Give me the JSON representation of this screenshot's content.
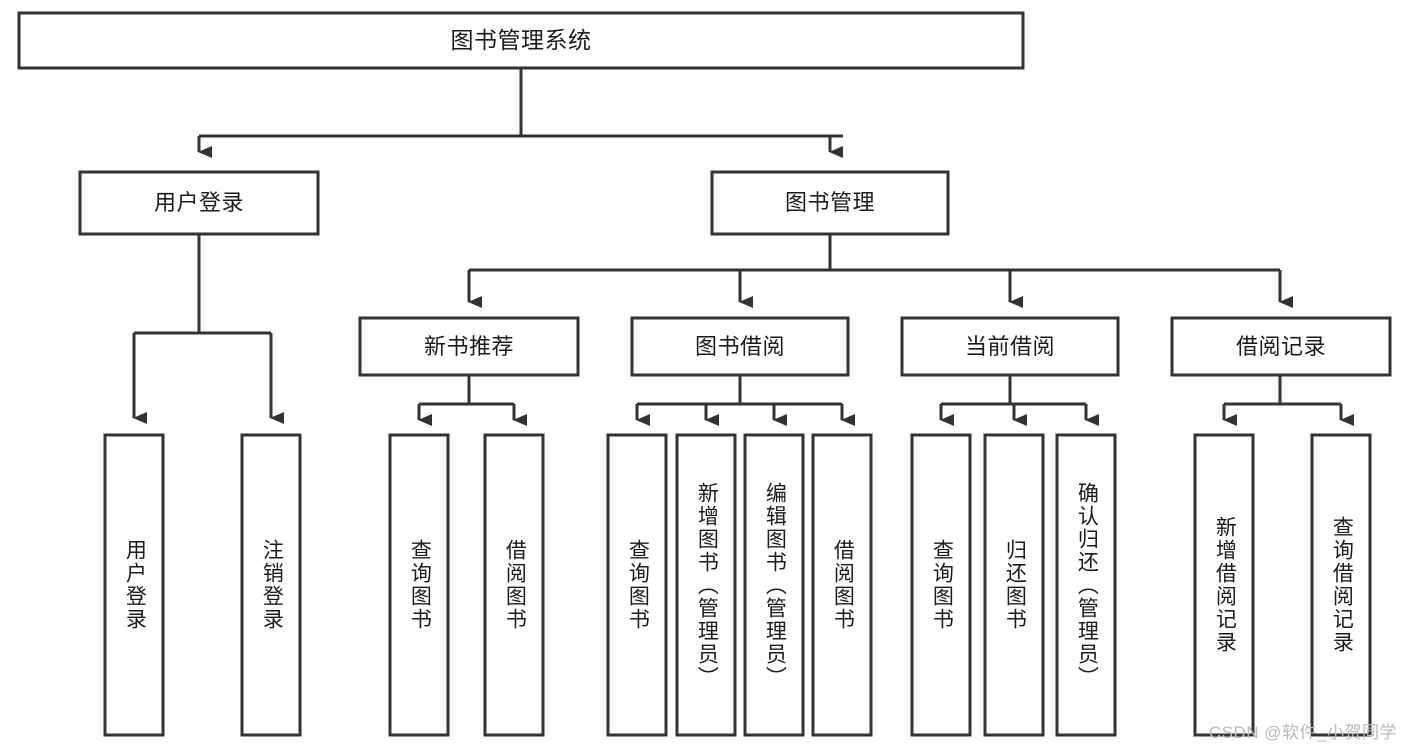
{
  "diagram": {
    "title": "图书管理系统",
    "type": "hierarchy-tree",
    "colors": {
      "stroke": "#333333",
      "box_fill": "#ffffff",
      "text": "#1b1b1b",
      "watermark": "#b9b9b9",
      "background": "#ffffff"
    },
    "root": {
      "label": "图书管理系统"
    },
    "level1": [
      {
        "label": "用户登录"
      },
      {
        "label": "图书管理"
      }
    ],
    "level2": [
      {
        "label": "新书推荐"
      },
      {
        "label": "图书借阅"
      },
      {
        "label": "当前借阅"
      },
      {
        "label": "借阅记录"
      }
    ],
    "leaves": {
      "user_login": [
        {
          "label": "用户登录"
        },
        {
          "label": "注销登录"
        }
      ],
      "new_book_recommend": [
        {
          "label": "查询图书"
        },
        {
          "label": "借阅图书"
        }
      ],
      "book_borrow": [
        {
          "label": "查询图书"
        },
        {
          "label": "新增图书（管理员）"
        },
        {
          "label": "编辑图书（管理员）"
        },
        {
          "label": "借阅图书"
        }
      ],
      "current_borrow": [
        {
          "label": "查询图书"
        },
        {
          "label": "归还图书"
        },
        {
          "label": "确认归还（管理员）"
        }
      ],
      "borrow_record": [
        {
          "label": "新增借阅记录"
        },
        {
          "label": "查询借阅记录"
        }
      ]
    },
    "watermark": "CSDN @软件_小贺同学"
  }
}
